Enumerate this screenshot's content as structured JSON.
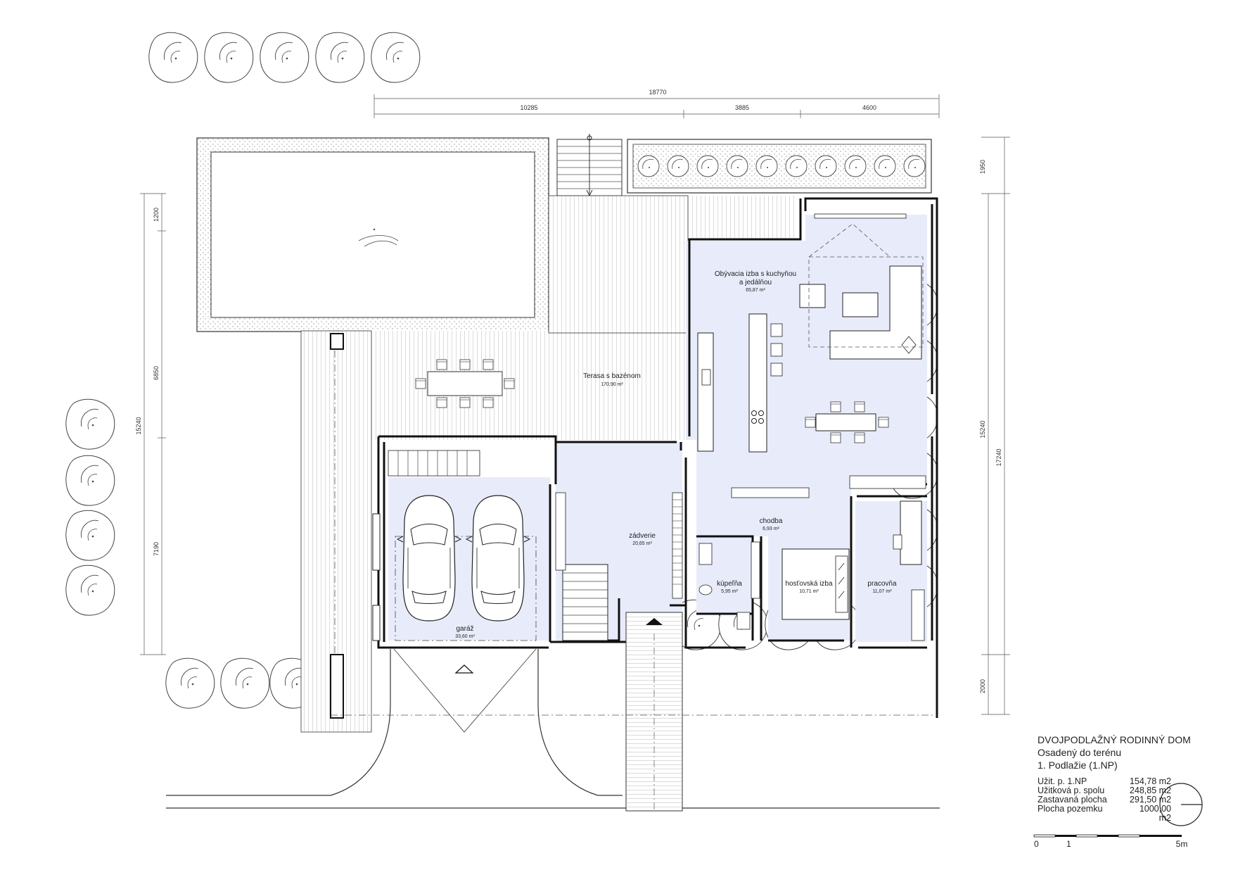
{
  "title_block": {
    "title": "DVOJPODLAŽNÝ RODINNÝ DOM",
    "subtitle": "Osadený do terénu",
    "floor": "1. Podlažie (1.NP)",
    "stats": [
      {
        "label": "Užit. p. 1.NP",
        "value": "154,78 m2"
      },
      {
        "label": "Užitková p. spolu",
        "value": "248,85 m2"
      },
      {
        "label": "Zastavaná plocha",
        "value": "291,50 m2"
      },
      {
        "label": "Plocha pozemku",
        "value": "1000,00 m2"
      }
    ]
  },
  "scale_bar": {
    "start": "0",
    "one": "1",
    "end": "5m"
  },
  "rooms": {
    "living": {
      "name1": "Obývacia izba s kuchyňou",
      "name2": "a jedálňou",
      "area": "65,87 m²"
    },
    "terrace": {
      "name": "Terasa s bazénom",
      "area": "170,90 m²"
    },
    "hall": {
      "name": "chodba",
      "area": "6,93 m²"
    },
    "entry": {
      "name": "zádverie",
      "area": "20,65 m²"
    },
    "bath": {
      "name": "kúpeľňa",
      "area": "5,95 m²"
    },
    "guest": {
      "name": "hosťovská izba",
      "area": "10,71 m²"
    },
    "study": {
      "name": "pracovňa",
      "area": "11,07 m²"
    },
    "garage": {
      "name": "garáž",
      "area": "33,60 m²"
    }
  },
  "dimensions": {
    "top_total": "18770",
    "top_1": "10285",
    "top_2": "3885",
    "top_3": "4600",
    "left_total": "15240",
    "left_1": "1200",
    "left_2": "6850",
    "left_3": "7190",
    "right_total": "17240",
    "right_1": "1950",
    "right_2": "15240",
    "right_3": "2000"
  },
  "colors": {
    "room_fill": "#e8ecfa",
    "wall": "#111111",
    "line": "#555555"
  }
}
